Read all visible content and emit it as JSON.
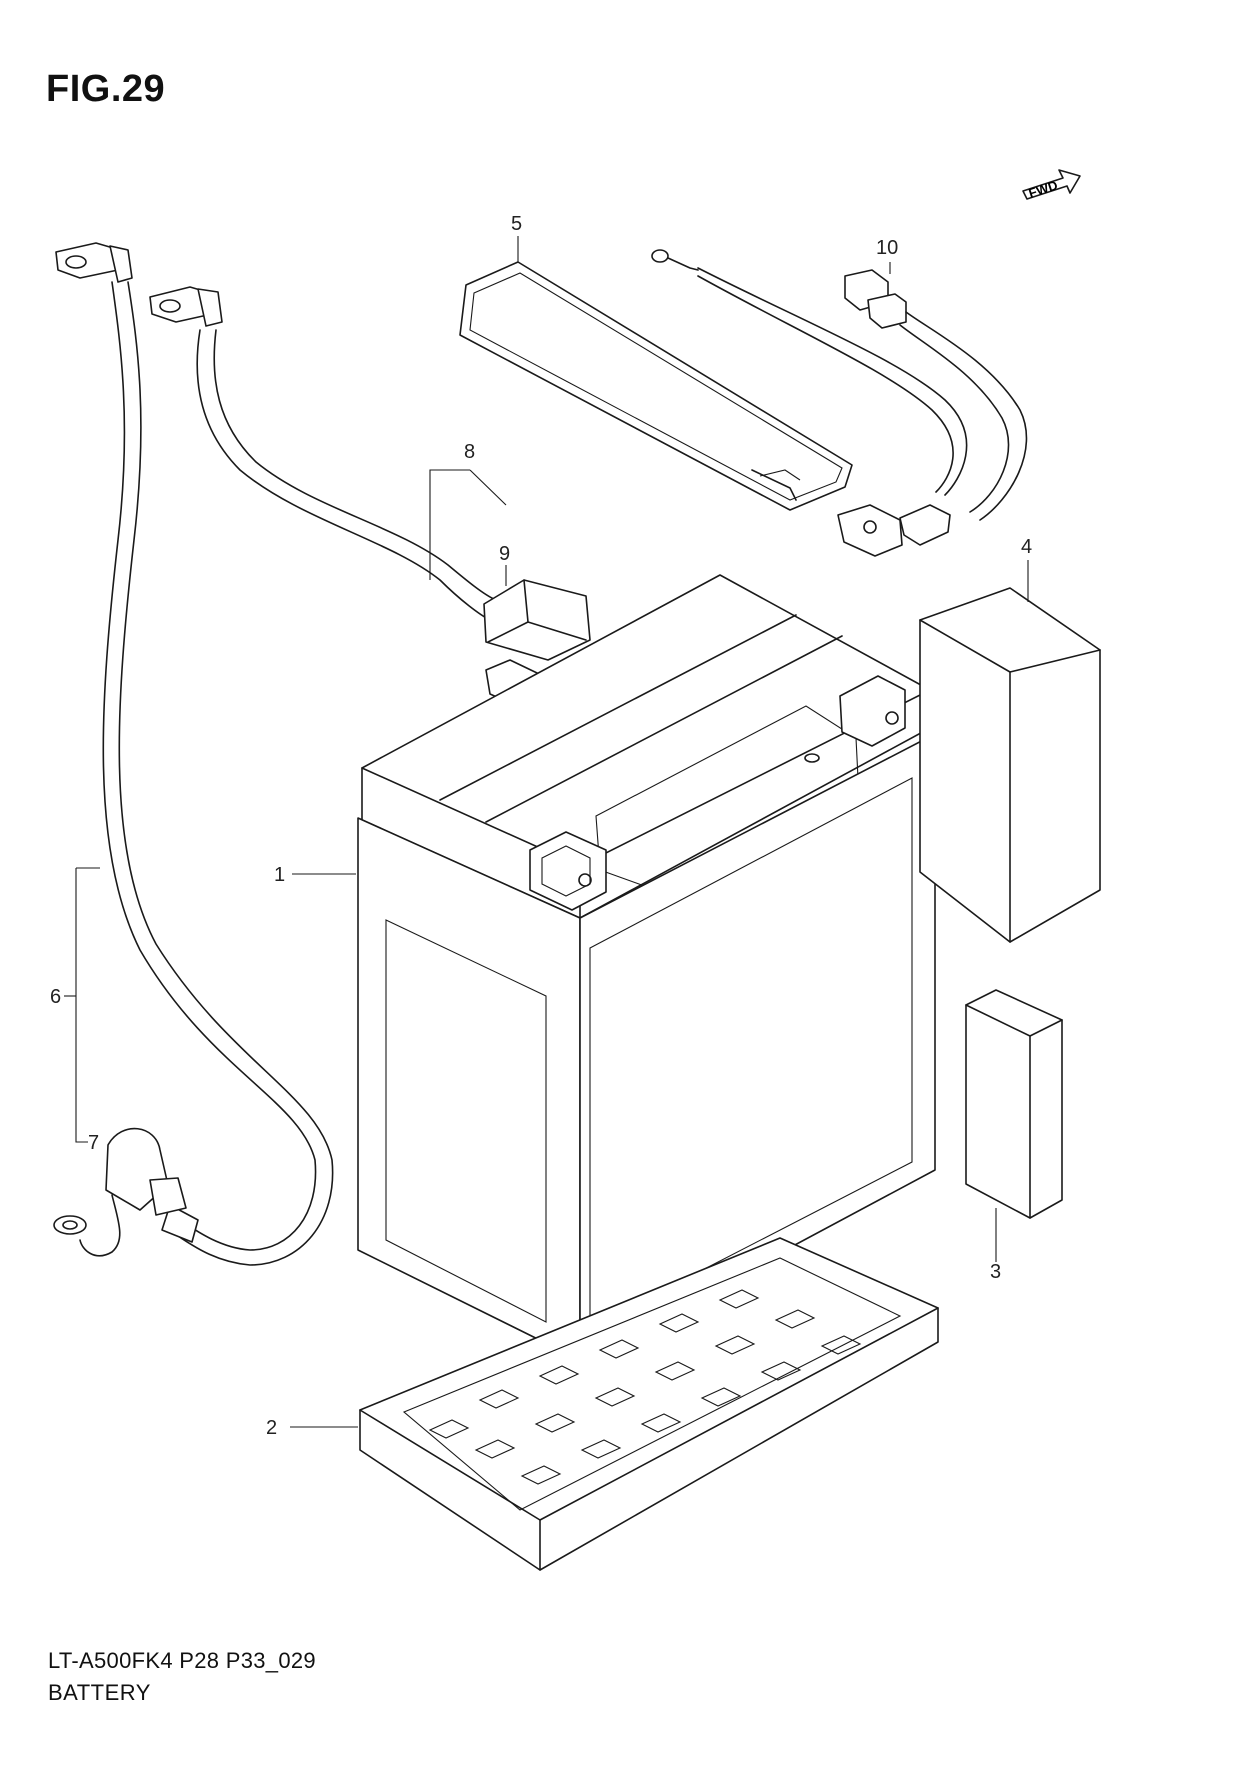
{
  "figure": {
    "title": "FIG.29",
    "fwd_label": "FWD"
  },
  "callouts": [
    {
      "id": "1",
      "label": "1"
    },
    {
      "id": "2",
      "label": "2"
    },
    {
      "id": "3",
      "label": "3"
    },
    {
      "id": "4",
      "label": "4"
    },
    {
      "id": "5",
      "label": "5"
    },
    {
      "id": "6",
      "label": "6"
    },
    {
      "id": "7",
      "label": "7"
    },
    {
      "id": "8",
      "label": "8"
    },
    {
      "id": "9",
      "label": "9"
    },
    {
      "id": "10",
      "label": "10"
    }
  ],
  "footer": {
    "code": "LT-A500FK4 P28 P33_029",
    "name": "BATTERY"
  }
}
